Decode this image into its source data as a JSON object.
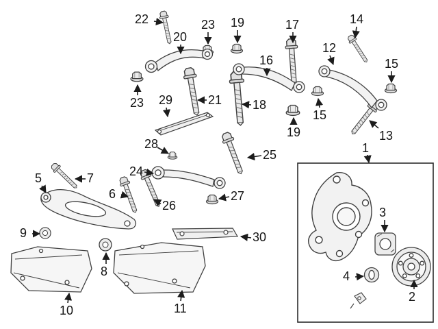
{
  "diagram": {
    "colors": {
      "background": "#ffffff",
      "line": "#3f3f3f",
      "label": "#141414"
    },
    "callouts": [
      {
        "label": "22"
      },
      {
        "label": "23"
      },
      {
        "label": "19"
      },
      {
        "label": "17"
      },
      {
        "label": "14"
      },
      {
        "label": "20"
      },
      {
        "label": "12"
      },
      {
        "label": "15"
      },
      {
        "label": "16"
      },
      {
        "label": "23"
      },
      {
        "label": "21"
      },
      {
        "label": "18"
      },
      {
        "label": "15"
      },
      {
        "label": "19"
      },
      {
        "label": "13"
      },
      {
        "label": "29"
      },
      {
        "label": "1"
      },
      {
        "label": "28"
      },
      {
        "label": "25"
      },
      {
        "label": "24"
      },
      {
        "label": "5"
      },
      {
        "label": "7"
      },
      {
        "label": "6"
      },
      {
        "label": "27"
      },
      {
        "label": "26"
      },
      {
        "label": "9"
      },
      {
        "label": "30"
      },
      {
        "label": "8"
      },
      {
        "label": "10"
      },
      {
        "label": "11"
      },
      {
        "label": "3"
      },
      {
        "label": "4"
      },
      {
        "label": "2"
      }
    ]
  }
}
